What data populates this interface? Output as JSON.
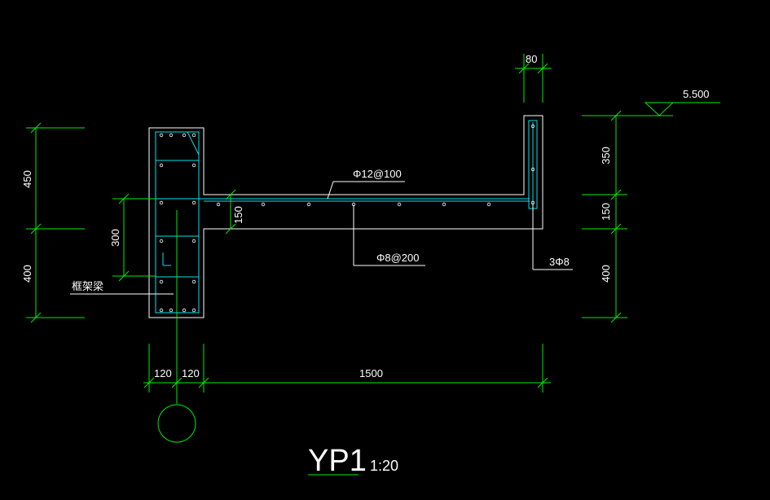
{
  "colors": {
    "background": "#000000",
    "outline": "#ffffff",
    "dimension": "#00ee00",
    "rebar": "#00e5ee",
    "text": "#ffffff"
  },
  "dimensions": {
    "top_80": "80",
    "left_450": "450",
    "left_400": "400",
    "left_300": "300",
    "mid_150": "150",
    "right_350": "350",
    "right_150": "150",
    "right_400": "400",
    "bottom_120_a": "120",
    "bottom_120_b": "120",
    "bottom_1500": "1500"
  },
  "labels": {
    "elevation": "5.500",
    "top_rebar": "Φ12@100",
    "dist_rebar": "Φ8@200",
    "curb_rebar": "3Φ8",
    "frame_beam": "框架梁"
  },
  "title": {
    "name": "YP1",
    "scale": "1:20"
  }
}
